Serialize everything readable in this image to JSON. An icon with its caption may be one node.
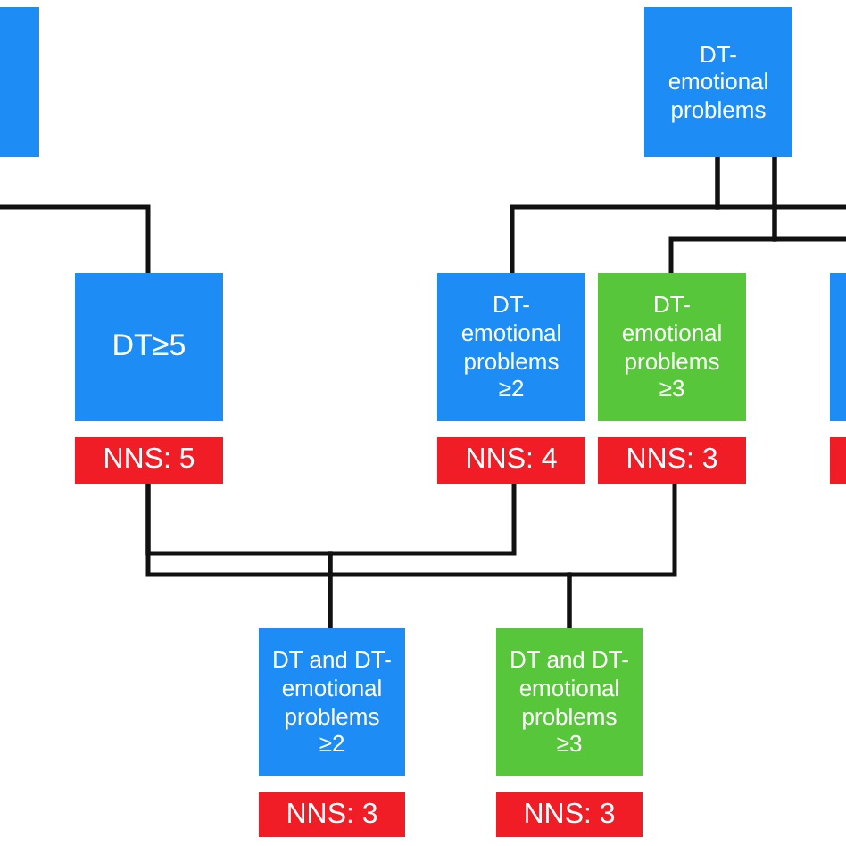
{
  "diagram": {
    "nodes": [
      {
        "text": [],
        "shape": "box"
      },
      {
        "text": [
          "DT- emotional problems"
        ]
      },
      {
        "text": [
          "DT≥5"
        ]
      },
      {
        "text": [
          "DT- emotional problems ≥2"
        ]
      },
      {
        "text": [
          "DT- emotional problems ≥3"
        ]
      },
      {
        "text": [],
        "shape": "box"
      },
      {
        "text": [
          "NNS: 5"
        ]
      },
      {
        "text": [
          "NNS: 4"
        ]
      },
      {
        "text": [
          "NNS: 3"
        ]
      },
      {
        "text": [],
        "shape": "box"
      },
      {
        "text": [
          "DT and DT- emotional problems ≥2"
        ]
      },
      {
        "text": [
          "DT and DT- emotional problems ≥3"
        ]
      },
      {
        "text": [
          "NNS: 3"
        ]
      },
      {
        "text": [
          "NNS: 3"
        ]
      }
    ],
    "edges": [
      {
        "from": null,
        "to": 2,
        "arrow": "none"
      },
      {
        "from": 1,
        "to": 3,
        "arrow": "none"
      },
      {
        "from": 1,
        "to": 4,
        "arrow": "none"
      },
      {
        "from": 1,
        "to": null,
        "arrow": "none"
      },
      {
        "from": 1,
        "to": null,
        "arrow": "none"
      },
      {
        "from": 6,
        "to": 10,
        "arrow": "none"
      },
      {
        "from": 7,
        "to": 10,
        "arrow": "none"
      },
      {
        "from": 6,
        "to": 11,
        "arrow": "none"
      },
      {
        "from": 8,
        "to": 11,
        "arrow": "none"
      }
    ]
  }
}
